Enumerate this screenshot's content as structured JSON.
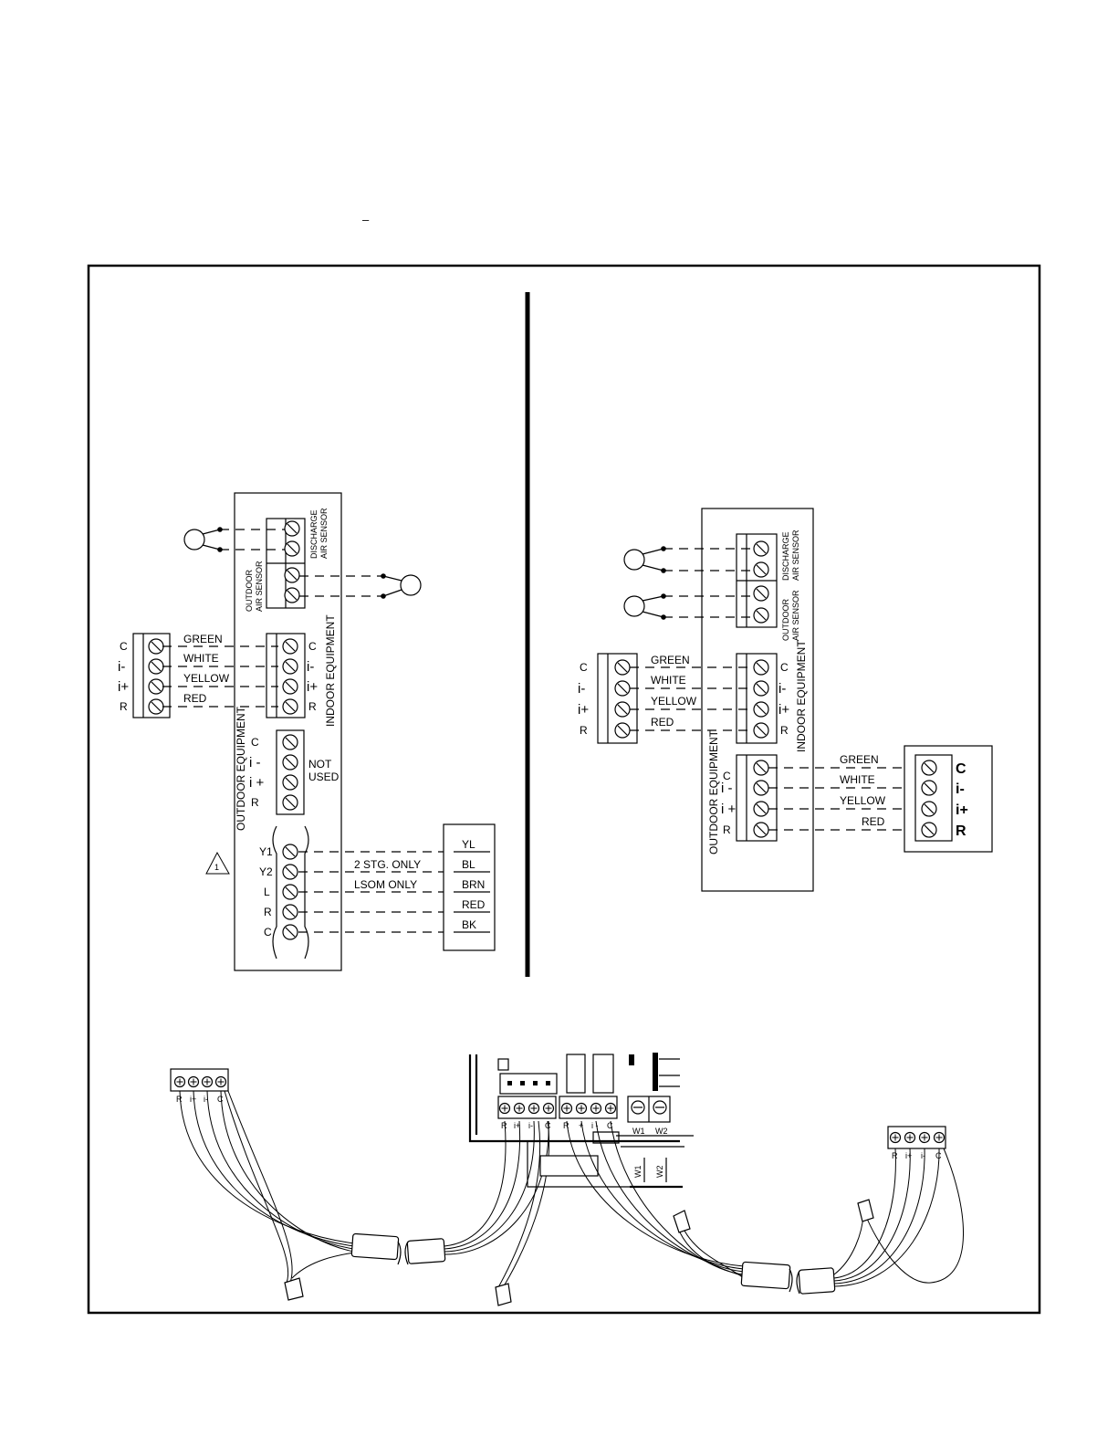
{
  "header": {
    "dash": "–"
  },
  "left": {
    "discharge_sensor_label": [
      "DISCHARGE",
      "AIR SENSOR"
    ],
    "outdoor_sensor_label": [
      "OUTDOOR",
      "AIR SENSOR"
    ],
    "indoor_equipment_label": "INDOOR EQUIPMENT",
    "outdoor_equipment_label": "OUTDOOR EQUIPMENT",
    "indoor_terminals": [
      "C",
      "i-",
      "i+",
      "R"
    ],
    "thermostat_terminals": [
      "C",
      "i-",
      "i+",
      "R"
    ],
    "wire_colors": [
      "GREEN",
      "WHITE",
      "YELLOW",
      "RED"
    ],
    "outdoor_terminals": [
      "C",
      "i -",
      "i +",
      "R"
    ],
    "not_used_label": [
      "NOT",
      "USED"
    ],
    "low_voltage_terminals": [
      "Y1",
      "Y2",
      "L",
      "R",
      "C"
    ],
    "note_marker": "1",
    "note_2stg": "2 STG. ONLY",
    "note_lsom": "LSOM ONLY",
    "unit_terminals": [
      "YL",
      "BL",
      "BRN",
      "RED",
      "BK"
    ]
  },
  "right": {
    "discharge_sensor_label": [
      "DISCHARGE",
      "AIR SENSOR"
    ],
    "outdoor_sensor_label": [
      "OUTDOOR",
      "AIR SENSOR"
    ],
    "indoor_equipment_label": "INDOOR EQUIPMENT",
    "outdoor_equipment_label": "OUTDOOR EQUIPMENT",
    "indoor_terminals": [
      "C",
      "i-",
      "i+",
      "R"
    ],
    "thermostat_terminals": [
      "C",
      "i-",
      "i+",
      "R"
    ],
    "wire_colors_top": [
      "GREEN",
      "WHITE",
      "YELLOW",
      "RED"
    ],
    "outdoor_terminals": [
      "C",
      "i -",
      "i +",
      "R"
    ],
    "wire_colors_bottom": [
      "GREEN",
      "WHITE",
      "YELLOW",
      "RED"
    ],
    "outdoor_unit_terminals": [
      "C",
      "i-",
      "i+",
      "R"
    ]
  },
  "harness": {
    "connector_left": [
      "R",
      "i+",
      "i-",
      "C"
    ],
    "board_left": [
      "R",
      "i+",
      "i-",
      "C"
    ],
    "board_right": [
      "R",
      "+",
      "i -",
      "C"
    ],
    "board_w": [
      "W1",
      "W2"
    ],
    "w_wires": [
      "W1",
      "W2"
    ],
    "connector_right": [
      "R",
      "i+",
      "i-",
      "C"
    ]
  }
}
